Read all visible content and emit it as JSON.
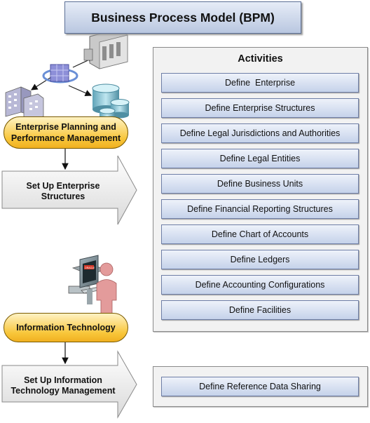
{
  "title": "Business Process Model (BPM)",
  "activities_panel": {
    "title": "Activities",
    "items": [
      "Define  Enterprise",
      "Define Enterprise Structures",
      "Define Legal Jurisdictions and Authorities",
      "Define Legal Entities",
      "Define Business Units",
      "Define Financial Reporting Structures",
      "Define Chart of Accounts",
      "Define Ledgers",
      "Define Accounting Configurations",
      "Define Facilities"
    ]
  },
  "enterprise_planning": {
    "oval_line1": "Enterprise Planning and",
    "oval_line2": "Performance Management",
    "arrow_line1": "Set Up Enterprise",
    "arrow_line2": "Structures"
  },
  "information_technology": {
    "oval_label": "Information Technology",
    "arrow_line1": "Set Up Information",
    "arrow_line2": "Technology Management",
    "monitor_brand": "ORACLE"
  },
  "reference_panel": {
    "items": [
      "Define Reference Data Sharing"
    ]
  },
  "colors": {
    "oval_fill": "#f8c63a",
    "activity_fill": "#c5d2ea",
    "person": "#e08f8f"
  }
}
